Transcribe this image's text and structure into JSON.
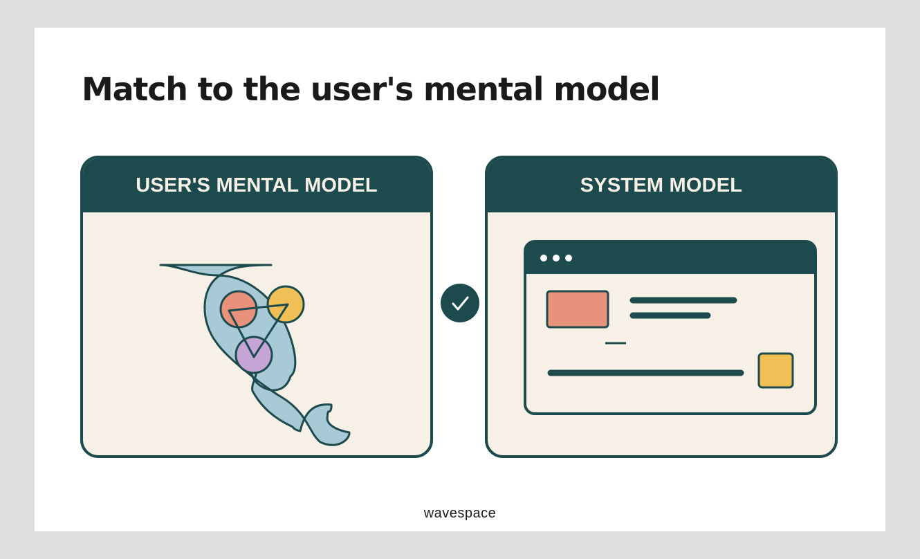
{
  "title": "Match to the user's mental model",
  "panels": {
    "left": {
      "header": "USER'S MENTAL MODEL"
    },
    "right": {
      "header": "SYSTEM MODEL"
    }
  },
  "connector_icon": "checkmark-icon",
  "brand": "wavespace",
  "colors": {
    "dark_teal": "#1d4a4c",
    "panel_bg": "#f6f0e6",
    "head_fill": "#a8cad6",
    "salmon": "#e8927c",
    "yellow": "#f0bf55",
    "lavender": "#c6a5d6",
    "page_bg": "#dedede"
  }
}
